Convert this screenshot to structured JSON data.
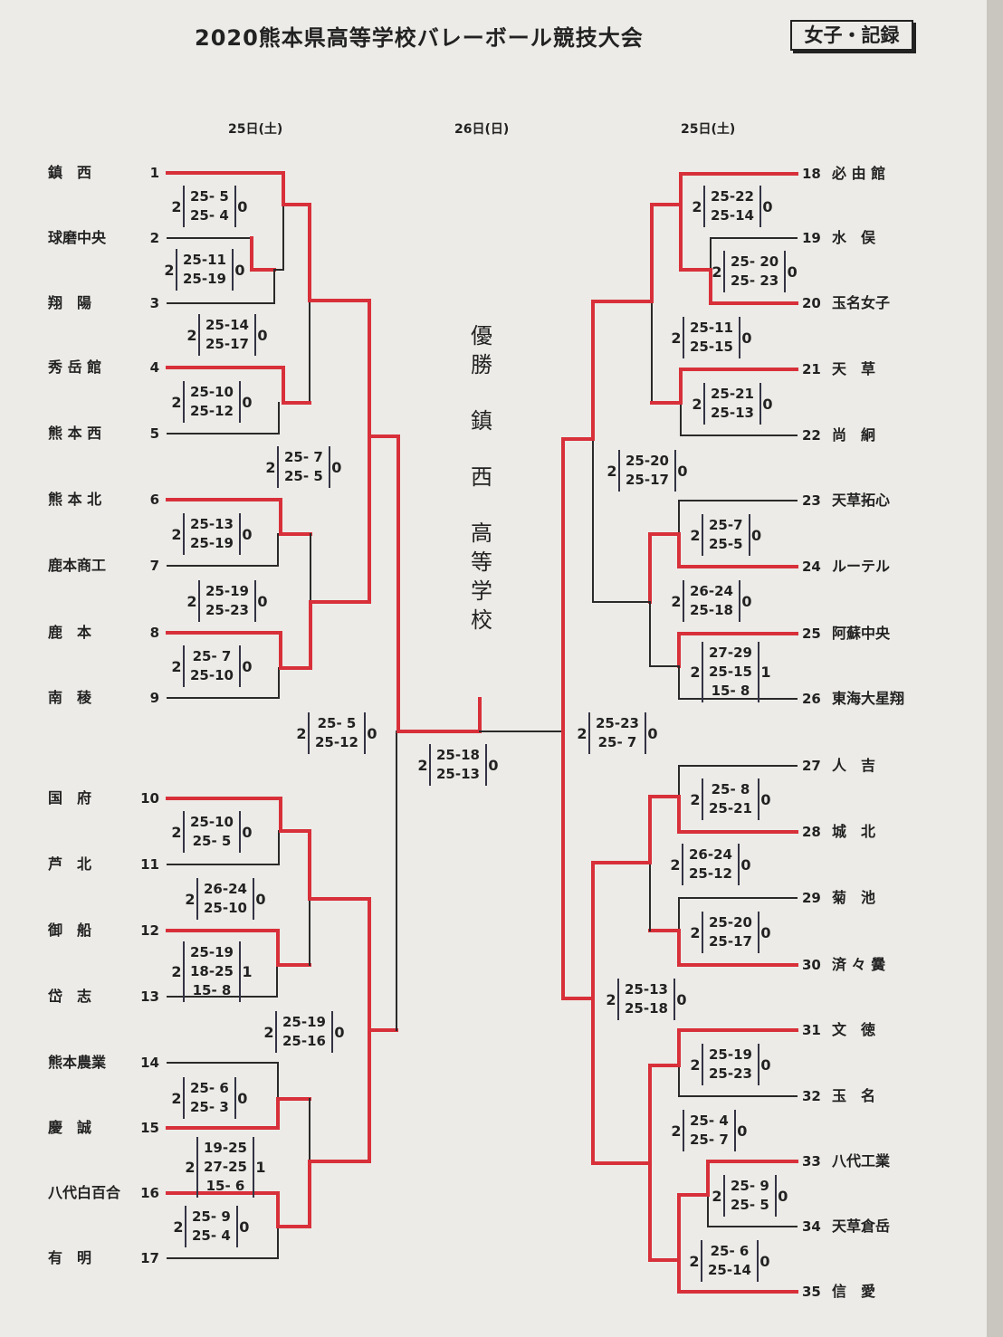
{
  "title": "2020熊本県高等学校バレーボール競技大会",
  "category": "女子・記録",
  "days": {
    "left": "25日(土)",
    "center": "26日(日)",
    "right": "25日(土)"
  },
  "winner": {
    "label": [
      "優",
      "勝"
    ],
    "team": [
      "鎮",
      "西",
      "高",
      "等",
      "学",
      "校"
    ]
  },
  "left_teams": [
    {
      "num": "1",
      "name": "鎮　西"
    },
    {
      "num": "2",
      "name": "球磨中央"
    },
    {
      "num": "3",
      "name": "翔　陽"
    },
    {
      "num": "4",
      "name": "秀 岳 館"
    },
    {
      "num": "5",
      "name": "熊 本 西"
    },
    {
      "num": "6",
      "name": "熊 本 北"
    },
    {
      "num": "7",
      "name": "鹿本商工"
    },
    {
      "num": "8",
      "name": "鹿　本"
    },
    {
      "num": "9",
      "name": "南　稜"
    },
    {
      "num": "10",
      "name": "国　府"
    },
    {
      "num": "11",
      "name": "芦　北"
    },
    {
      "num": "12",
      "name": "御　船"
    },
    {
      "num": "13",
      "name": "岱　志"
    },
    {
      "num": "14",
      "name": "熊本農業"
    },
    {
      "num": "15",
      "name": "慶　誠"
    },
    {
      "num": "16",
      "name": "八代白百合"
    },
    {
      "num": "17",
      "name": "有　明"
    }
  ],
  "right_teams": [
    {
      "num": "18",
      "name": "必 由 館"
    },
    {
      "num": "19",
      "name": "水　俣"
    },
    {
      "num": "20",
      "name": "玉名女子"
    },
    {
      "num": "21",
      "name": "天　草"
    },
    {
      "num": "22",
      "name": "尚　絅"
    },
    {
      "num": "23",
      "name": "天草拓心"
    },
    {
      "num": "24",
      "name": "ルーテル"
    },
    {
      "num": "25",
      "name": "阿蘇中央"
    },
    {
      "num": "26",
      "name": "東海大星翔"
    },
    {
      "num": "27",
      "name": "人　吉"
    },
    {
      "num": "28",
      "name": "城　北"
    },
    {
      "num": "29",
      "name": "菊　池"
    },
    {
      "num": "30",
      "name": "済 々 黌"
    },
    {
      "num": "31",
      "name": "文　徳"
    },
    {
      "num": "32",
      "name": "玉　名"
    },
    {
      "num": "33",
      "name": "八代工業"
    },
    {
      "num": "34",
      "name": "天草倉岳"
    },
    {
      "num": "35",
      "name": "信　愛"
    }
  ],
  "scores": [
    {
      "w": "2",
      "sets": [
        "25- 5",
        "25- 4"
      ],
      "l": "0"
    },
    {
      "w": "2",
      "sets": [
        "25-11",
        "25-19"
      ],
      "l": "0"
    },
    {
      "w": "2",
      "sets": [
        "25-14",
        "25-17"
      ],
      "l": "0"
    },
    {
      "w": "2",
      "sets": [
        "25-10",
        "25-12"
      ],
      "l": "0"
    },
    {
      "w": "2",
      "sets": [
        "25- 7",
        "25- 5"
      ],
      "l": "0"
    },
    {
      "w": "2",
      "sets": [
        "25-13",
        "25-19"
      ],
      "l": "0"
    },
    {
      "w": "2",
      "sets": [
        "25-19",
        "25-23"
      ],
      "l": "0"
    },
    {
      "w": "2",
      "sets": [
        "25- 7",
        "25-10"
      ],
      "l": "0"
    },
    {
      "w": "2",
      "sets": [
        "25- 5",
        "25-12"
      ],
      "l": "0"
    },
    {
      "w": "2",
      "sets": [
        "25-18",
        "25-13"
      ],
      "l": "0"
    },
    {
      "w": "2",
      "sets": [
        "25-10",
        "25- 5"
      ],
      "l": "0"
    },
    {
      "w": "2",
      "sets": [
        "26-24",
        "25-10"
      ],
      "l": "0"
    },
    {
      "w": "2",
      "sets": [
        "25-19",
        "18-25",
        "15- 8"
      ],
      "l": "1"
    },
    {
      "w": "2",
      "sets": [
        "25-19",
        "25-16"
      ],
      "l": "0"
    },
    {
      "w": "2",
      "sets": [
        "25- 6",
        "25- 3"
      ],
      "l": "0"
    },
    {
      "w": "2",
      "sets": [
        "19-25",
        "27-25",
        "15- 6"
      ],
      "l": "1"
    },
    {
      "w": "2",
      "sets": [
        "25- 9",
        "25- 4"
      ],
      "l": "0"
    },
    {
      "w": "2",
      "sets": [
        "25-22",
        "25-14"
      ],
      "l": "0"
    },
    {
      "w": "2",
      "sets": [
        "25- 20",
        "25- 23"
      ],
      "l": "0"
    },
    {
      "w": "2",
      "sets": [
        "25-11",
        "25-15"
      ],
      "l": "0"
    },
    {
      "w": "2",
      "sets": [
        "25-21",
        "25-13"
      ],
      "l": "0"
    },
    {
      "w": "2",
      "sets": [
        "25-20",
        "25-17"
      ],
      "l": "0"
    },
    {
      "w": "2",
      "sets": [
        "25-7",
        "25-5"
      ],
      "l": "0"
    },
    {
      "w": "2",
      "sets": [
        "26-24",
        "25-18"
      ],
      "l": "0"
    },
    {
      "w": "2",
      "sets": [
        "27-29",
        "25-15",
        "15- 8"
      ],
      "l": "1"
    },
    {
      "w": "2",
      "sets": [
        "25-23",
        "25- 7"
      ],
      "l": "0"
    },
    {
      "w": "2",
      "sets": [
        "25- 8",
        "25-21"
      ],
      "l": "0"
    },
    {
      "w": "2",
      "sets": [
        "26-24",
        "25-12"
      ],
      "l": "0"
    },
    {
      "w": "2",
      "sets": [
        "25-20",
        "25-17"
      ],
      "l": "0"
    },
    {
      "w": "2",
      "sets": [
        "25-13",
        "25-18"
      ],
      "l": "0"
    },
    {
      "w": "2",
      "sets": [
        "25-19",
        "25-23"
      ],
      "l": "0"
    },
    {
      "w": "2",
      "sets": [
        "25- 4",
        "25- 7"
      ],
      "l": "0"
    },
    {
      "w": "2",
      "sets": [
        "25- 9",
        "25- 5"
      ],
      "l": "0"
    },
    {
      "w": "2",
      "sets": [
        "25- 6",
        "25-14"
      ],
      "l": "0"
    }
  ],
  "colors": {
    "winner_line": "#d8303a",
    "line": "#2a2a2a",
    "paper": "#ecebe7"
  }
}
